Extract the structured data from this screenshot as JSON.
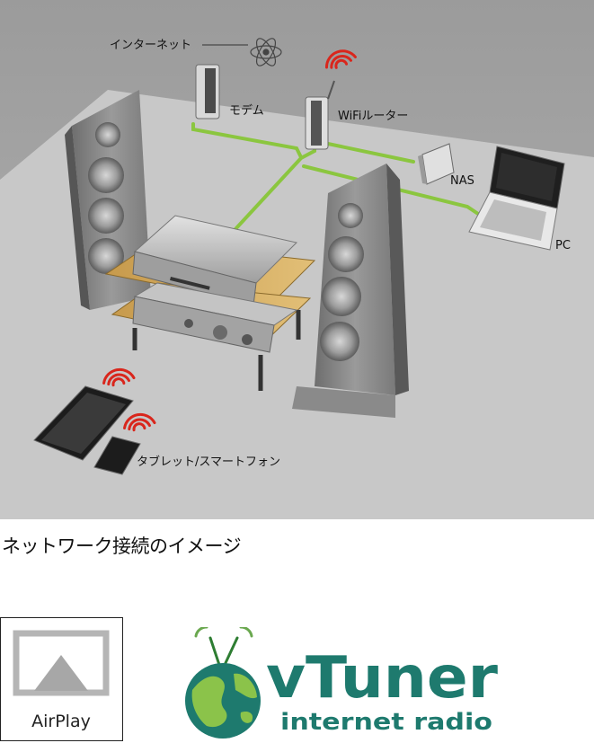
{
  "diagram": {
    "labels": {
      "internet": "インターネット",
      "modem": "モデム",
      "wifi_router": "WiFiルーター",
      "nas": "NAS",
      "pc": "PC",
      "tablet_smartphone": "タブレット/スマートフォン"
    },
    "colors": {
      "network_line": "#8bc63f",
      "wifi_signal": "#d9261c",
      "floor": "#c9c9c9",
      "background": "#a8a8a8"
    }
  },
  "caption": "ネットワーク接続のイメージ",
  "logos": {
    "airplay": {
      "text": "AirPlay"
    },
    "vtuner": {
      "name": "vTuner",
      "tagline": "internet radio",
      "color": "#1e7a6e"
    }
  }
}
